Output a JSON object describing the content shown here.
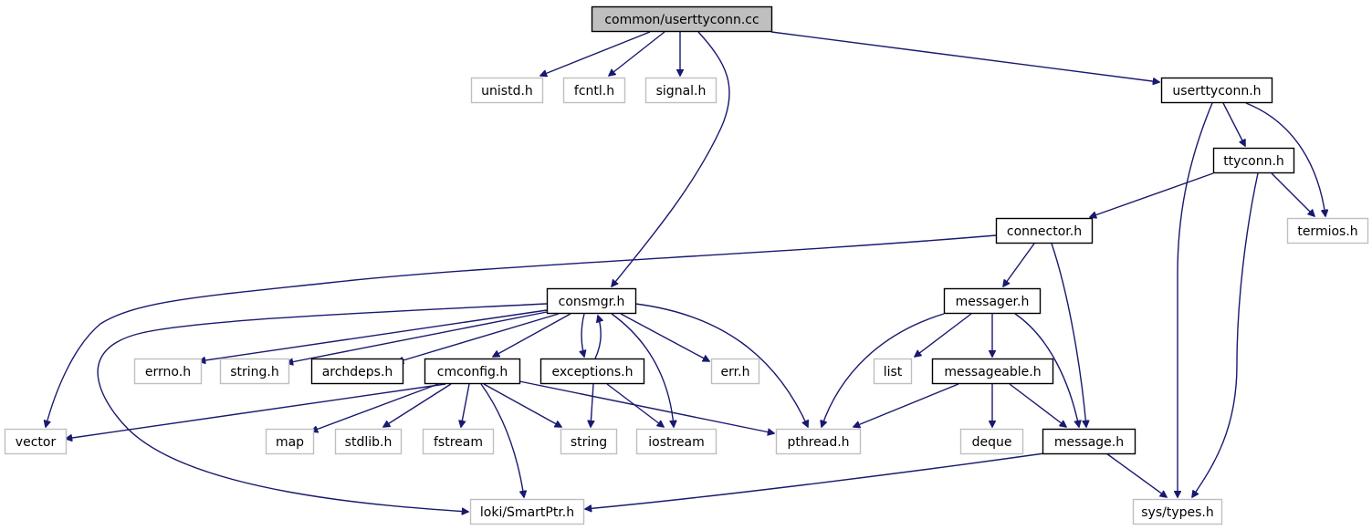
{
  "diagram": {
    "type": "include-dependency-graph",
    "colors": {
      "edge": "#191970",
      "root_fill": "#bfbfbf",
      "root_border": "#000000",
      "documented_border": "#000000",
      "external_border": "#bfbfbf",
      "node_fill": "#ffffff"
    },
    "nodes": [
      {
        "id": "root",
        "label": "common/userttyconn.cc",
        "kind": "root"
      },
      {
        "id": "unistd",
        "label": "unistd.h",
        "kind": "external"
      },
      {
        "id": "fcntl",
        "label": "fcntl.h",
        "kind": "external"
      },
      {
        "id": "signal",
        "label": "signal.h",
        "kind": "external"
      },
      {
        "id": "userttyconn",
        "label": "userttyconn.h",
        "kind": "documented"
      },
      {
        "id": "ttyconn",
        "label": "ttyconn.h",
        "kind": "documented"
      },
      {
        "id": "termios",
        "label": "termios.h",
        "kind": "external"
      },
      {
        "id": "connector",
        "label": "connector.h",
        "kind": "documented"
      },
      {
        "id": "consmgr",
        "label": "consmgr.h",
        "kind": "documented"
      },
      {
        "id": "messager",
        "label": "messager.h",
        "kind": "documented"
      },
      {
        "id": "errno",
        "label": "errno.h",
        "kind": "external"
      },
      {
        "id": "string_h",
        "label": "string.h",
        "kind": "external"
      },
      {
        "id": "archdeps",
        "label": "archdeps.h",
        "kind": "documented"
      },
      {
        "id": "cmconfig",
        "label": "cmconfig.h",
        "kind": "documented"
      },
      {
        "id": "exceptions",
        "label": "exceptions.h",
        "kind": "documented"
      },
      {
        "id": "err",
        "label": "err.h",
        "kind": "external"
      },
      {
        "id": "list",
        "label": "list",
        "kind": "external"
      },
      {
        "id": "messageable",
        "label": "messageable.h",
        "kind": "documented"
      },
      {
        "id": "vector",
        "label": "vector",
        "kind": "external"
      },
      {
        "id": "map",
        "label": "map",
        "kind": "external"
      },
      {
        "id": "stdlib",
        "label": "stdlib.h",
        "kind": "external"
      },
      {
        "id": "fstream",
        "label": "fstream",
        "kind": "external"
      },
      {
        "id": "string",
        "label": "string",
        "kind": "external"
      },
      {
        "id": "iostream",
        "label": "iostream",
        "kind": "external"
      },
      {
        "id": "pthread",
        "label": "pthread.h",
        "kind": "external"
      },
      {
        "id": "deque",
        "label": "deque",
        "kind": "external"
      },
      {
        "id": "message",
        "label": "message.h",
        "kind": "documented"
      },
      {
        "id": "smartptr",
        "label": "loki/SmartPtr.h",
        "kind": "external"
      },
      {
        "id": "systypes",
        "label": "sys/types.h",
        "kind": "external"
      }
    ],
    "edges": [
      {
        "from": "root",
        "to": "unistd"
      },
      {
        "from": "root",
        "to": "fcntl"
      },
      {
        "from": "root",
        "to": "signal"
      },
      {
        "from": "root",
        "to": "consmgr"
      },
      {
        "from": "root",
        "to": "userttyconn"
      },
      {
        "from": "userttyconn",
        "to": "ttyconn"
      },
      {
        "from": "userttyconn",
        "to": "termios"
      },
      {
        "from": "userttyconn",
        "to": "systypes"
      },
      {
        "from": "ttyconn",
        "to": "connector"
      },
      {
        "from": "ttyconn",
        "to": "termios"
      },
      {
        "from": "ttyconn",
        "to": "systypes"
      },
      {
        "from": "connector",
        "to": "messager"
      },
      {
        "from": "connector",
        "to": "message"
      },
      {
        "from": "connector",
        "to": "vector"
      },
      {
        "from": "consmgr",
        "to": "smartptr"
      },
      {
        "from": "consmgr",
        "to": "errno"
      },
      {
        "from": "consmgr",
        "to": "string_h"
      },
      {
        "from": "consmgr",
        "to": "archdeps"
      },
      {
        "from": "consmgr",
        "to": "cmconfig"
      },
      {
        "from": "consmgr",
        "to": "exceptions"
      },
      {
        "from": "consmgr",
        "to": "err"
      },
      {
        "from": "consmgr",
        "to": "iostream"
      },
      {
        "from": "consmgr",
        "to": "pthread"
      },
      {
        "from": "exceptions",
        "to": "consmgr"
      },
      {
        "from": "exceptions",
        "to": "string"
      },
      {
        "from": "exceptions",
        "to": "iostream"
      },
      {
        "from": "cmconfig",
        "to": "vector"
      },
      {
        "from": "cmconfig",
        "to": "map"
      },
      {
        "from": "cmconfig",
        "to": "stdlib"
      },
      {
        "from": "cmconfig",
        "to": "fstream"
      },
      {
        "from": "cmconfig",
        "to": "string"
      },
      {
        "from": "cmconfig",
        "to": "smartptr"
      },
      {
        "from": "cmconfig",
        "to": "pthread"
      },
      {
        "from": "messager",
        "to": "pthread"
      },
      {
        "from": "messager",
        "to": "list"
      },
      {
        "from": "messager",
        "to": "messageable"
      },
      {
        "from": "messager",
        "to": "message"
      },
      {
        "from": "messageable",
        "to": "pthread"
      },
      {
        "from": "messageable",
        "to": "deque"
      },
      {
        "from": "messageable",
        "to": "message"
      },
      {
        "from": "message",
        "to": "smartptr"
      },
      {
        "from": "message",
        "to": "systypes"
      }
    ]
  }
}
